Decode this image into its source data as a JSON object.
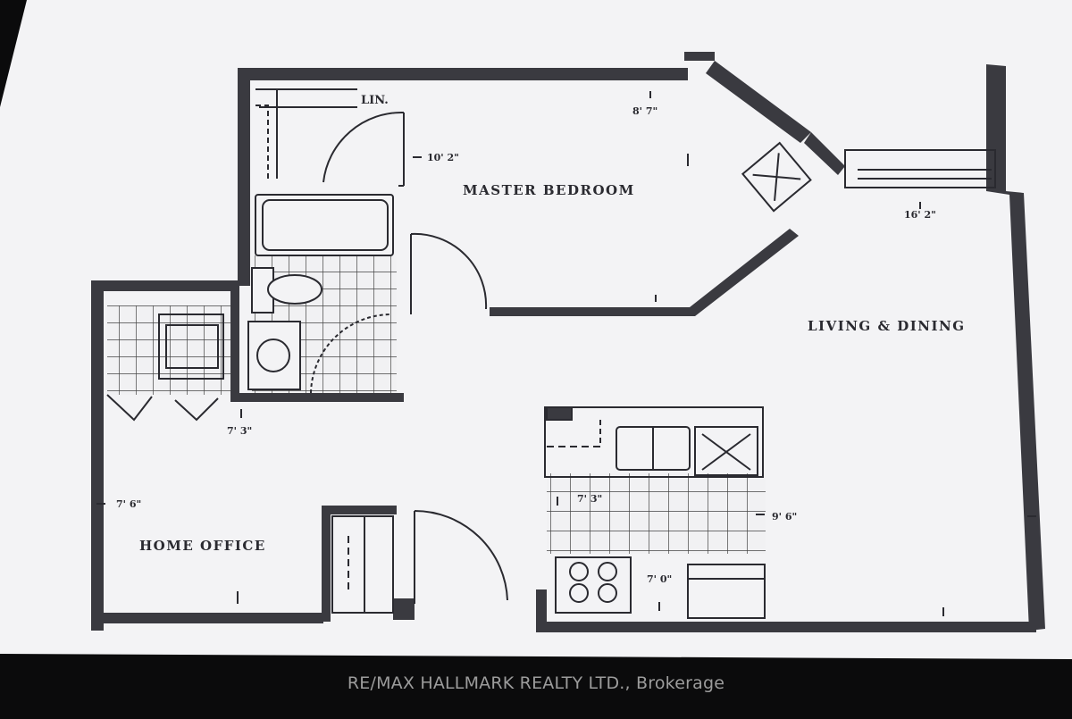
{
  "floorplan": {
    "rooms": {
      "master_bedroom": "MASTER BEDROOM",
      "living_dining": "LIVING & DINING",
      "home_office": "HOME OFFICE",
      "linen": "LIN."
    },
    "dimensions": {
      "bedroom_width": "10' 2\"",
      "bedroom_depth": "8' 7\"",
      "living_width": "16' 2\"",
      "office_depth": "7' 3\"",
      "office_width": "7' 6\"",
      "kitchen_depth": "7' 3\"",
      "kitchen_width": "9' 6\"",
      "kitchen_small": "7' 0\""
    }
  },
  "watermark": {
    "text": "RE/MAX HALLMARK REALTY LTD., Brokerage"
  },
  "colors": {
    "paper": "#f3f3f5",
    "wall": "#3a3a40",
    "ink": "#2a2a30",
    "background": "#0b0b0c"
  }
}
